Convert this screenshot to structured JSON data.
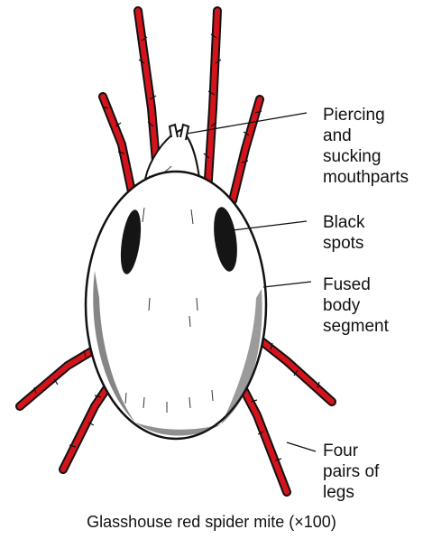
{
  "figure": {
    "caption": "Glasshouse red spider mite (×100)",
    "colors": {
      "leg": "#d4141c",
      "body_fill": "#ffffff",
      "outline": "#111111",
      "spots": "#151515"
    },
    "labels": [
      {
        "id": "mouthparts",
        "text": "Piercing\nand\nsucking\nmouthparts"
      },
      {
        "id": "spots",
        "text": "Black\nspots"
      },
      {
        "id": "body",
        "text": "Fused\nbody\nsegment"
      },
      {
        "id": "legs",
        "text": "Four\npairs of\nlegs"
      }
    ]
  }
}
